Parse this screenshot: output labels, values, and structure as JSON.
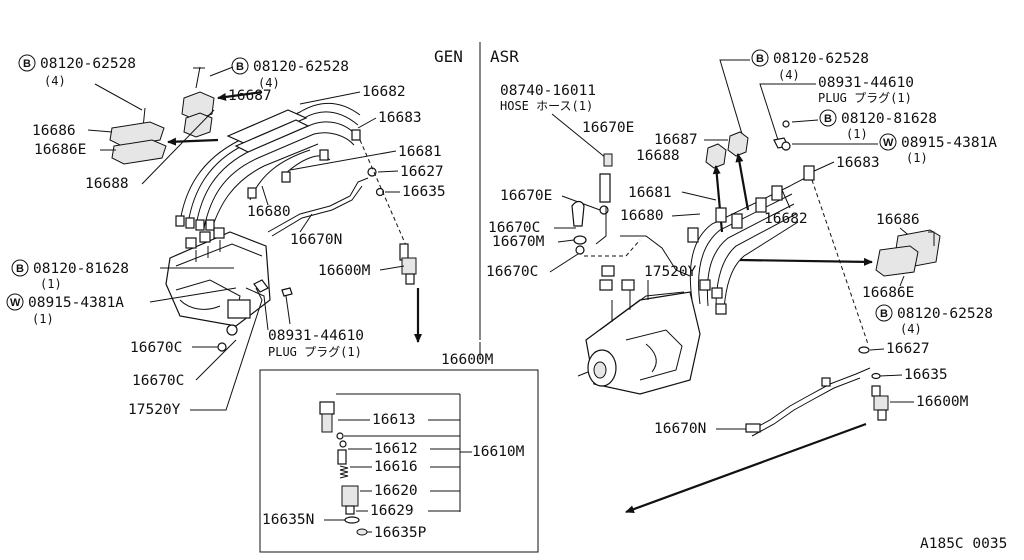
{
  "sections": {
    "left": "GEN",
    "right": "ASR"
  },
  "figure_code": "A185C 0035",
  "circle_marks": {
    "bolt": "B",
    "washer": "W"
  },
  "left": {
    "bolt_a": "08120-62528",
    "bolt_a_qty": "(4)",
    "bolt_b": "08120-62528",
    "bolt_b_qty": "(4)",
    "p16687": "16687",
    "p16682": "16682",
    "p16683": "16683",
    "p16686": "16686",
    "p16686e": "16686E",
    "p16688": "16688",
    "p16681": "16681",
    "p16627": "16627",
    "p16635": "16635",
    "p16680": "16680",
    "p16670n": "16670N",
    "p16600m": "16600M",
    "bolt_c": "08120-81628",
    "bolt_c_qty": "(1)",
    "washer": "08915-4381A",
    "washer_qty": "(1)",
    "plug_num": "08931-44610",
    "plug_txt": "PLUG プラグ(1)",
    "p16670c": "16670C",
    "p16670c_b": "16670C",
    "p17520y": "17520Y"
  },
  "inset": {
    "title": "16600M",
    "p16613": "16613",
    "p16612": "16612",
    "p16616": "16616",
    "p16620": "16620",
    "p16629": "16629",
    "p16610m": "16610M",
    "p16635n": "16635N",
    "p16635p": "16635P"
  },
  "right": {
    "hose_num": "08740-16011",
    "hose_txt": "HOSE ホース(1)",
    "p16670e": "16670E",
    "p16670e_b": "16670E",
    "p16670c": "16670C",
    "p16670m": "16670M",
    "p16670c_b": "16670C",
    "p17520y": "17520Y",
    "bolt_a": "08120-62528",
    "bolt_a_qty": "(4)",
    "plug_num": "08931-44610",
    "plug_txt": "PLUG プラグ(1)",
    "bolt_b": "08120-81628",
    "bolt_b_qty": "(1)",
    "washer": "08915-4381A",
    "washer_qty": "(1)",
    "p16687": "16687",
    "p16688": "16688",
    "p16683": "16683",
    "p16681": "16681",
    "p16680": "16680",
    "p16682": "16682",
    "p16686": "16686",
    "p16686e": "16686E",
    "bolt_c": "08120-62528",
    "bolt_c_qty": "(4)",
    "p16627": "16627",
    "p16635": "16635",
    "p16600m": "16600M",
    "p16670n": "16670N"
  }
}
